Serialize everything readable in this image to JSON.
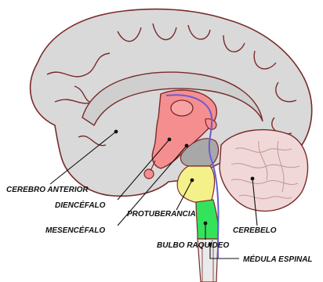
{
  "labels": {
    "cerebro_anterior": "CEREBRO ANTERIOR",
    "diencefalo": "DIENCÉFALO",
    "protuberancia": "PROTUBERANCIA",
    "mesencefalo": "MESENCÉFALO",
    "cerebelo": "CEREBELO",
    "bulbo_raquideo": "BULBO RAQUÍDEO",
    "medula_espinal": "MÉDULA ESPINAL"
  },
  "colors": {
    "cerebro_anterior": "#d9d9d9",
    "diencefalo": "#f58f8f",
    "mesencefalo": "#a8a8a8",
    "protuberancia": "#f4f08a",
    "bulbo_raquideo": "#33e35c",
    "cerebelo": "#f1d8d8",
    "outline": "#7a2a2a",
    "ventricle": "#6b5bd6"
  }
}
